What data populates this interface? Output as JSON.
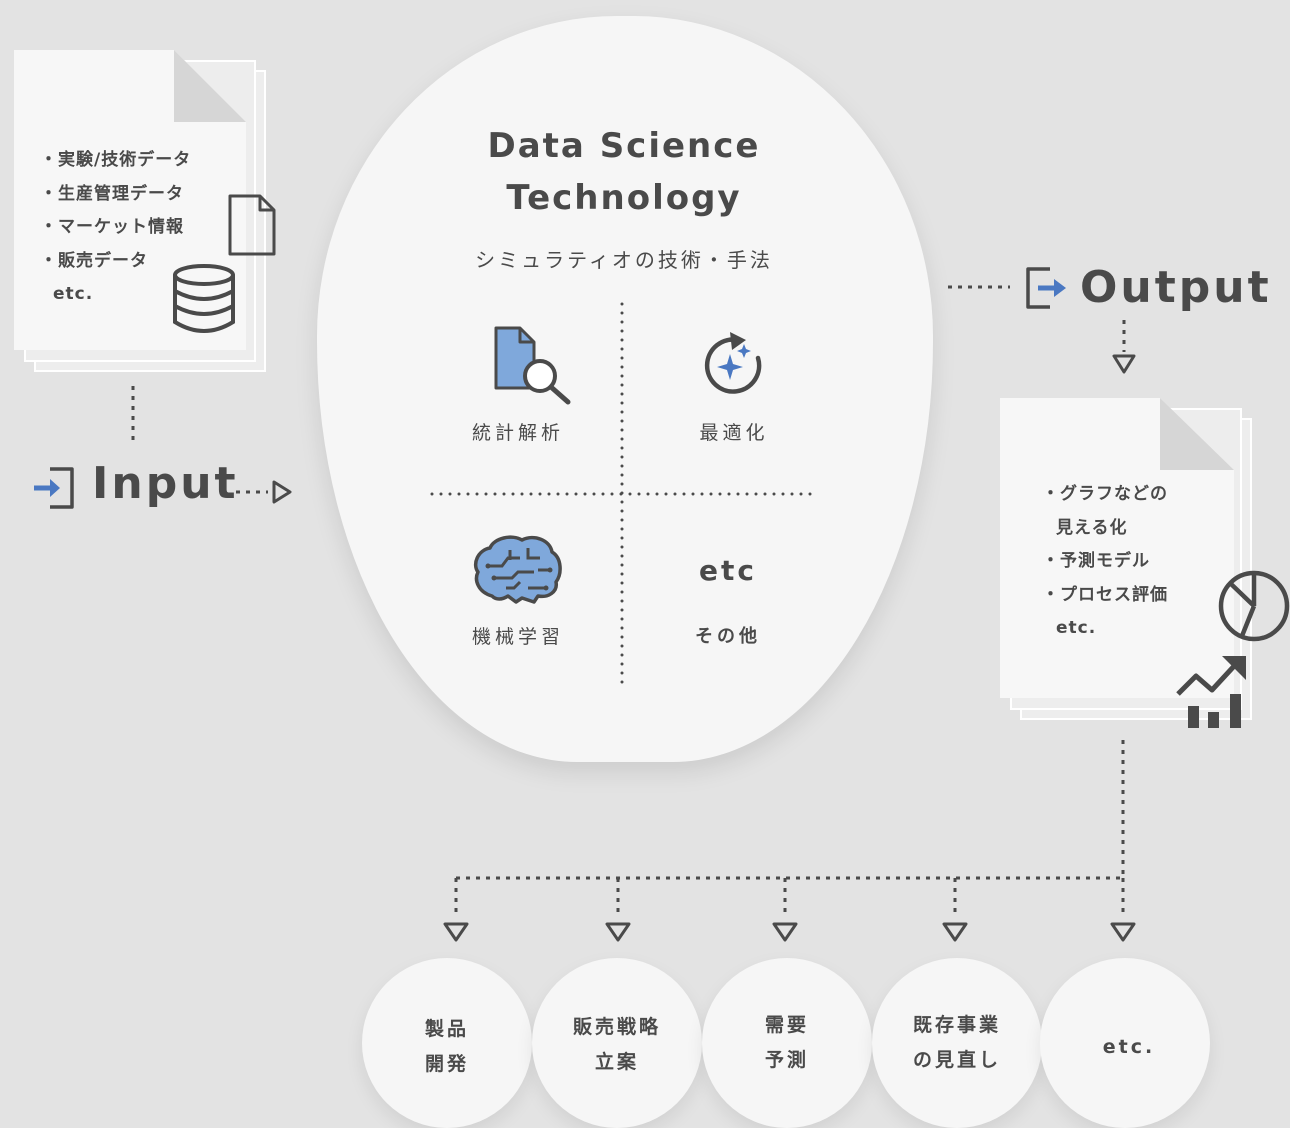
{
  "input": {
    "label": "Input",
    "items": [
      "・実験/技術データ",
      "・生産管理データ",
      "・マーケット情報",
      "・販売データ"
    ],
    "etc": "etc."
  },
  "center": {
    "title_line1": "Data Science",
    "title_line2": "Technology",
    "subtitle": "シミュラティオの技術・手法",
    "quadrants": [
      {
        "label": "統計解析",
        "icon": "document-search-icon"
      },
      {
        "label": "最適化",
        "icon": "refresh-sparkle-icon"
      },
      {
        "label": "機械学習",
        "icon": "brain-circuit-icon"
      },
      {
        "label": "その他",
        "heading": "etc"
      }
    ]
  },
  "output": {
    "label": "Output",
    "items": [
      "・グラフなどの",
      "見える化",
      "・予測モデル",
      "・プロセス評価",
      "etc."
    ]
  },
  "results": [
    {
      "line1": "製品",
      "line2": "開発"
    },
    {
      "line1": "販売戦略",
      "line2": "立案"
    },
    {
      "line1": "需要",
      "line2": "予測"
    },
    {
      "line1": "既存事業",
      "line2": "の見直し"
    },
    {
      "line1": "etc.",
      "line2": ""
    }
  ],
  "colors": {
    "accent": "#4a78c2",
    "text": "#4a4a4a",
    "icon_fill": "#7fa8db",
    "background": "#e3e3e3"
  }
}
